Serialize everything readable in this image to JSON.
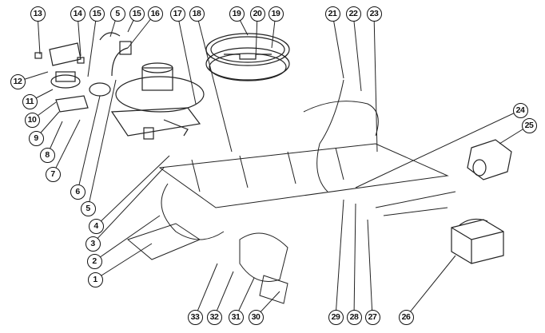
{
  "diagram": {
    "type": "exploded-view",
    "callouts_top": [
      "13",
      "14",
      "15",
      "5",
      "15",
      "16",
      "17",
      "18",
      "19",
      "20",
      "19",
      "21",
      "22",
      "23"
    ],
    "callouts_left": [
      "12",
      "11",
      "10",
      "9",
      "8",
      "7",
      "6",
      "5",
      "4",
      "3",
      "2",
      "1"
    ],
    "callouts_right": [
      "24",
      "25"
    ],
    "callouts_bottom": [
      "33",
      "32",
      "31",
      "30",
      "29",
      "28",
      "27",
      "26"
    ]
  }
}
